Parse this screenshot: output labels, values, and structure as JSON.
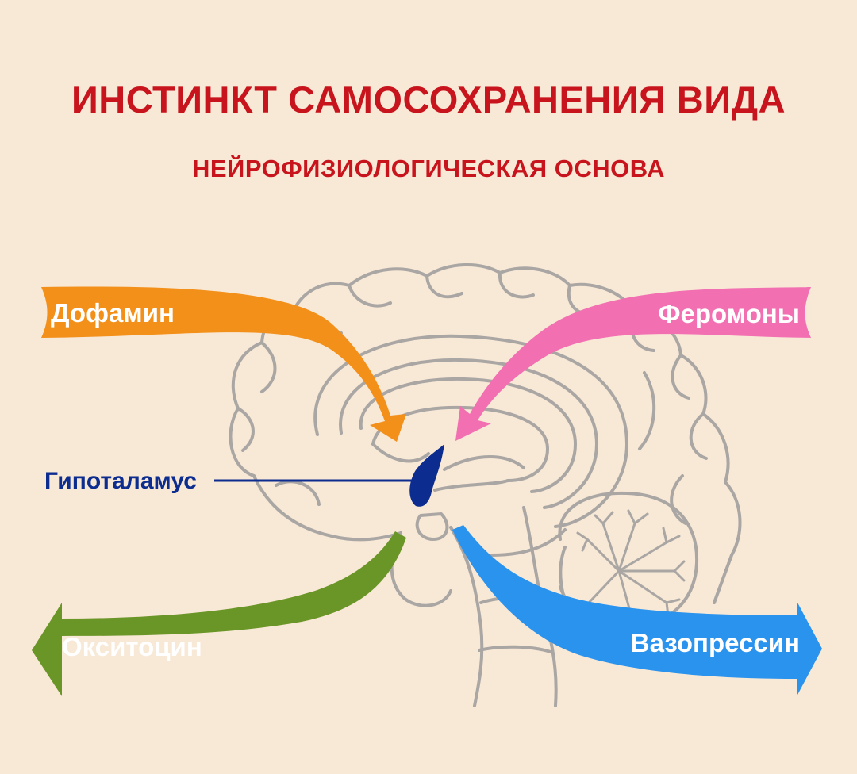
{
  "header": {
    "title": "ИНСТИНКТ САМОСОХРАНЕНИЯ ВИДА",
    "subtitle": "НЕЙРОФИЗИОЛОГИЧЕСКАЯ ОСНОВА"
  },
  "labels": {
    "dopamine": "Дофамин",
    "pheromones": "Феромоны",
    "hypothalamus": "Гипоталамус",
    "oxytocin": "Окситоцин",
    "vasopressin": "Вазопрессин"
  },
  "colors": {
    "background": "#f8e8d6",
    "title": "#c8141c",
    "dopamine": "#f39019",
    "pheromones": "#f26fb2",
    "hypothalamus": "#0c2d8f",
    "oxytocin": "#6a9527",
    "vasopressin": "#2a93ee",
    "brain_outline": "#a9a6a4"
  }
}
